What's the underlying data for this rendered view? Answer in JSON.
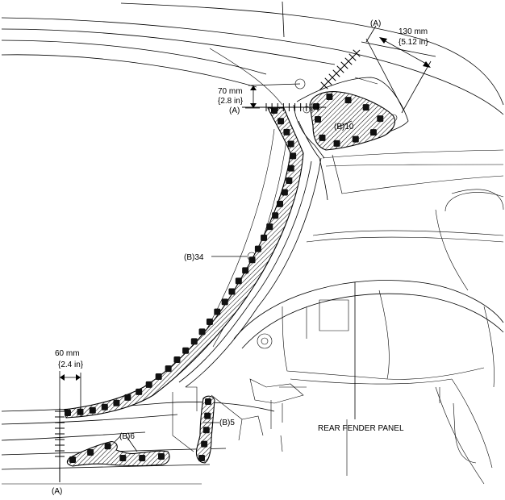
{
  "labels": {
    "a_top_right": "(A)",
    "dim_130": "130 mm",
    "dim_130_in": "{5.12 in}",
    "dim_70": "70 mm",
    "dim_70_in": "{2.8 in}",
    "a_top_left": "(A)",
    "b10": "(B)10",
    "b34": "(B)34",
    "dim_60": "60 mm",
    "dim_60_in": "{2.4 in}",
    "b5": "(B)5",
    "b6": "(B)6",
    "a_bottom": "(A)",
    "panel_name": "REAR FENDER PANEL"
  },
  "colors": {
    "line": "#000000",
    "weld": "#111111",
    "background": "#ffffff"
  },
  "weld_groups": {
    "b10_count": 10,
    "b34_count": 34,
    "b5_count": 5,
    "b6_count": 6
  }
}
